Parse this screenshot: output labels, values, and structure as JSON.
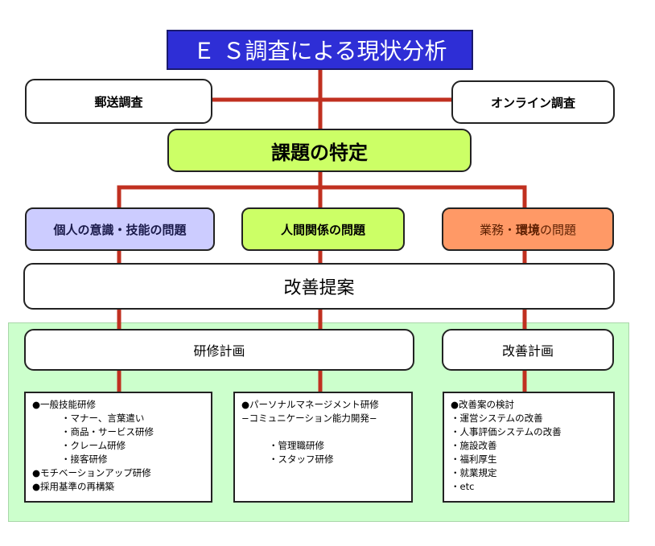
{
  "colors": {
    "connector": "#c03020",
    "title_bg": "#2e2ed6",
    "issue_main_bg": "#ccff66",
    "issue_a_bg": "#ccccff",
    "issue_b_bg": "#ccff66",
    "issue_c_bg": "#ff9966",
    "plan_area_bg": "#ccffcc"
  },
  "title": "Ｅ Ｓ調査による現状分析",
  "survey": {
    "left": "郵送調査",
    "right": "オンライン調査"
  },
  "issue_main": "課題の特定",
  "issues": {
    "a": "個人の意識・技能の問題",
    "b": "人間関係の問題",
    "c_part1": "業務・",
    "c_bold": "環境",
    "c_part2": "の問題"
  },
  "proposal": "改善提案",
  "plans": {
    "left": "研修計画",
    "right": "改善計画"
  },
  "list_a": {
    "i1": "●一般技能研修",
    "i2": "・マナー、言葉遣い",
    "i3": "・商品・サービス研修",
    "i4": "・クレーム研修",
    "i5": "・接客研修",
    "i6": "●モチベーションアップ研修",
    "i7": "●採用基準の再構築"
  },
  "list_b": {
    "i1": "●パーソナルマネージメント研修",
    "i2": "−コミュニケーション能力開発−",
    "i3": "・管理職研修",
    "i4": "・スタッフ研修"
  },
  "list_c": {
    "i1": "●改善案の検討",
    "i2": "・運営システムの改善",
    "i3": "・人事評価システムの改善",
    "i4": "・施設改善",
    "i5": "・福利厚生",
    "i6": "・就業規定",
    "i7": "・etc"
  }
}
